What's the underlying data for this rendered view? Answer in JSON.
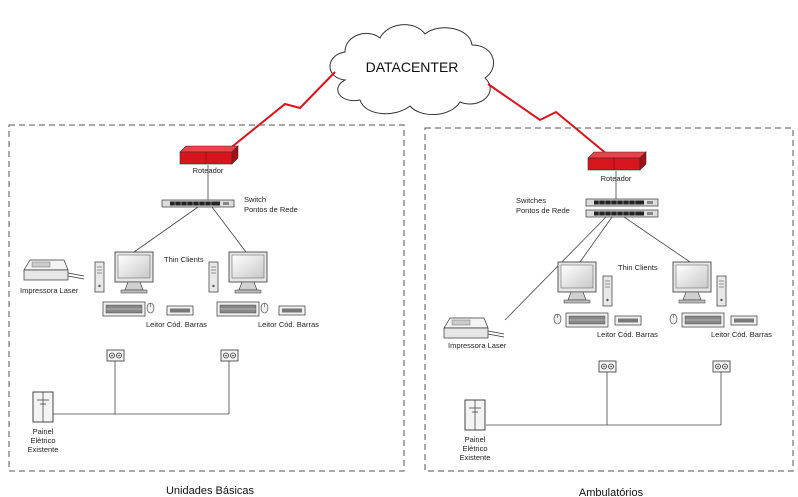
{
  "datacenter": {
    "label": "DATACENTER"
  },
  "left": {
    "title": "Unidades Básicas",
    "router": "Roteador",
    "switch_line1": "Switch",
    "switch_line2": "Pontos de Rede",
    "thin_clients": "Thin Clients",
    "printer": "Impressora Laser",
    "barcode_1": "Leitor Cód. Barras",
    "barcode_2": "Leitor Cód. Barras",
    "panel_line1": "Painel",
    "panel_line2": "Elétrico",
    "panel_line3": "Existente"
  },
  "right": {
    "title": "Ambulatórios",
    "router": "Roteador",
    "switch_line1": "Switches",
    "switch_line2": "Pontos de Rede",
    "thin_clients": "Thin Clients",
    "printer": "Impressora Laser",
    "barcode_1": "Leitor Cód. Barras",
    "barcode_2": "Leitor Cód. Barras",
    "panel_line1": "Painel",
    "panel_line2": "Elétrico",
    "panel_line3": "Existente"
  },
  "colors": {
    "router": "#d8141c",
    "link": "#e0101a",
    "border": "#555555"
  }
}
